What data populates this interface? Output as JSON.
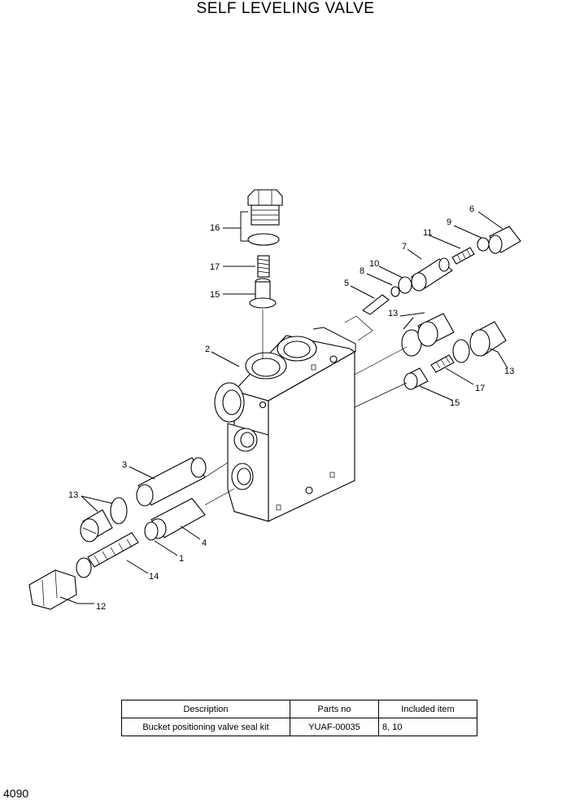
{
  "title": "SELF LEVELING VALVE",
  "page_number": "4090",
  "callouts": [
    {
      "id": "c16a",
      "label": "16"
    },
    {
      "id": "c17a",
      "label": "17"
    },
    {
      "id": "c15a",
      "label": "15"
    },
    {
      "id": "c2",
      "label": "2"
    },
    {
      "id": "c6",
      "label": "6"
    },
    {
      "id": "c9",
      "label": "9"
    },
    {
      "id": "c11",
      "label": "11"
    },
    {
      "id": "c7",
      "label": "7"
    },
    {
      "id": "c10",
      "label": "10"
    },
    {
      "id": "c8",
      "label": "8"
    },
    {
      "id": "c5",
      "label": "5"
    },
    {
      "id": "c13a",
      "label": "13"
    },
    {
      "id": "c13b",
      "label": "13"
    },
    {
      "id": "c17b",
      "label": "17"
    },
    {
      "id": "c15b",
      "label": "15"
    },
    {
      "id": "c3",
      "label": "3"
    },
    {
      "id": "c13c",
      "label": "13"
    },
    {
      "id": "c4",
      "label": "4"
    },
    {
      "id": "c1",
      "label": "1"
    },
    {
      "id": "c14",
      "label": "14"
    },
    {
      "id": "c12",
      "label": "12"
    }
  ],
  "parts_table": {
    "headers": [
      "Description",
      "Parts no",
      "Included item"
    ],
    "rows": [
      [
        "Bucket positioning valve seal kit",
        "YUAF-00035",
        "8, 10"
      ]
    ]
  }
}
